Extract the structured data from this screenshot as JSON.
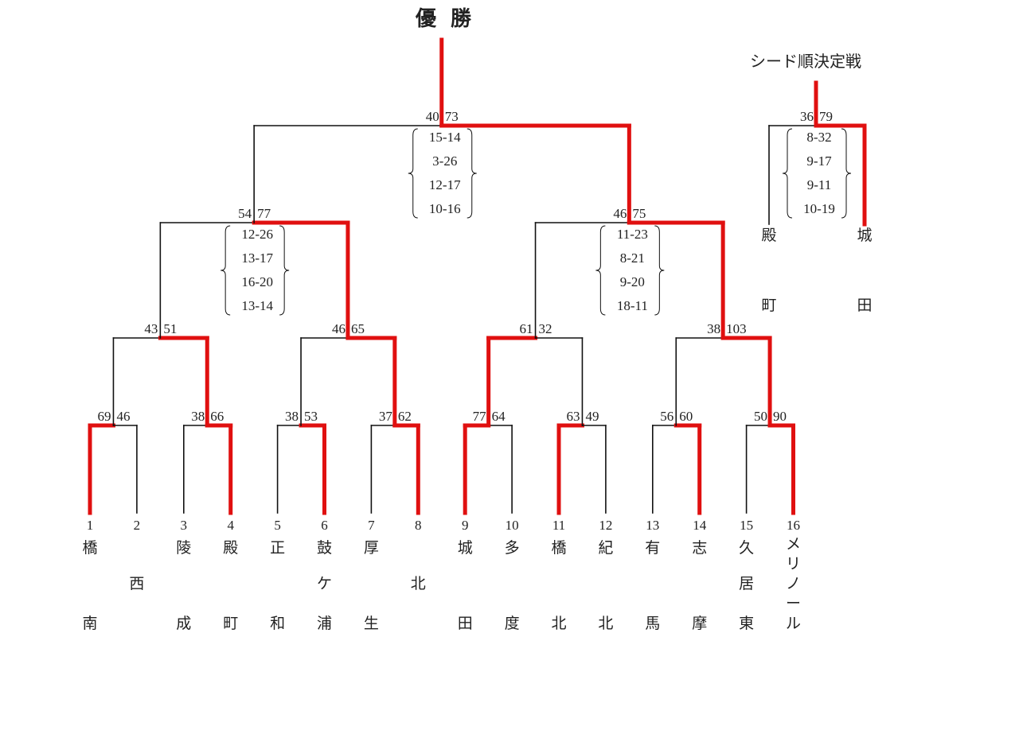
{
  "title": "優勝",
  "colors": {
    "winner": "#e01010",
    "line": "#111111"
  },
  "teams": [
    {
      "seed": "1",
      "chars": [
        "橋",
        "",
        "南"
      ]
    },
    {
      "seed": "2",
      "chars": [
        "",
        "西",
        ""
      ]
    },
    {
      "seed": "3",
      "chars": [
        "陵",
        "",
        "成"
      ]
    },
    {
      "seed": "4",
      "chars": [
        "殿",
        "",
        "町"
      ]
    },
    {
      "seed": "5",
      "chars": [
        "正",
        "",
        "和"
      ]
    },
    {
      "seed": "6",
      "chars": [
        "鼓",
        "ケ",
        "浦"
      ]
    },
    {
      "seed": "7",
      "chars": [
        "厚",
        "",
        "生"
      ]
    },
    {
      "seed": "8",
      "chars": [
        "",
        "北",
        ""
      ]
    },
    {
      "seed": "9",
      "chars": [
        "城",
        "",
        "田"
      ]
    },
    {
      "seed": "10",
      "chars": [
        "多",
        "",
        "度"
      ]
    },
    {
      "seed": "11",
      "chars": [
        "橋",
        "",
        "北"
      ]
    },
    {
      "seed": "12",
      "chars": [
        "紀",
        "",
        "北"
      ]
    },
    {
      "seed": "13",
      "chars": [
        "有",
        "",
        "馬"
      ]
    },
    {
      "seed": "14",
      "chars": [
        "志",
        "",
        "摩"
      ]
    },
    {
      "seed": "15",
      "chars": [
        "久",
        "居",
        "東"
      ]
    },
    {
      "seed": "16",
      "chars": [
        "メ",
        "リ",
        "ノ",
        "ー",
        "ル"
      ]
    }
  ],
  "rounds": [
    [
      {
        "scores": [
          "69",
          "46"
        ]
      },
      {
        "scores": [
          "38",
          "66"
        ]
      },
      {
        "scores": [
          "38",
          "53"
        ]
      },
      {
        "scores": [
          "37",
          "62"
        ]
      },
      {
        "scores": [
          "77",
          "64"
        ]
      },
      {
        "scores": [
          "63",
          "49"
        ]
      },
      {
        "scores": [
          "56",
          "60"
        ]
      },
      {
        "scores": [
          "50",
          "90"
        ]
      }
    ],
    [
      {
        "scores": [
          "43",
          "51"
        ]
      },
      {
        "scores": [
          "46",
          "65"
        ]
      },
      {
        "scores": [
          "61",
          "32"
        ]
      },
      {
        "scores": [
          "38",
          "103"
        ]
      }
    ],
    [
      {
        "scores": [
          "54",
          "77"
        ],
        "quarters": [
          "12-26",
          "13-17",
          "16-20",
          "13-14"
        ]
      },
      {
        "scores": [
          "46",
          "75"
        ],
        "quarters": [
          "11-23",
          "8-21",
          "9-20",
          "18-11"
        ]
      }
    ],
    [
      {
        "scores": [
          "40",
          "73"
        ],
        "quarters": [
          "15-14",
          "3-26",
          "12-17",
          "10-16"
        ]
      }
    ]
  ],
  "seed_match": {
    "title": "シード順決定戦",
    "scores": [
      "36",
      "79"
    ],
    "quarters": [
      "8-32",
      "9-17",
      "9-11",
      "10-19"
    ],
    "teams": [
      {
        "chars": [
          "殿",
          "町"
        ]
      },
      {
        "chars": [
          "城",
          "田"
        ]
      }
    ]
  }
}
